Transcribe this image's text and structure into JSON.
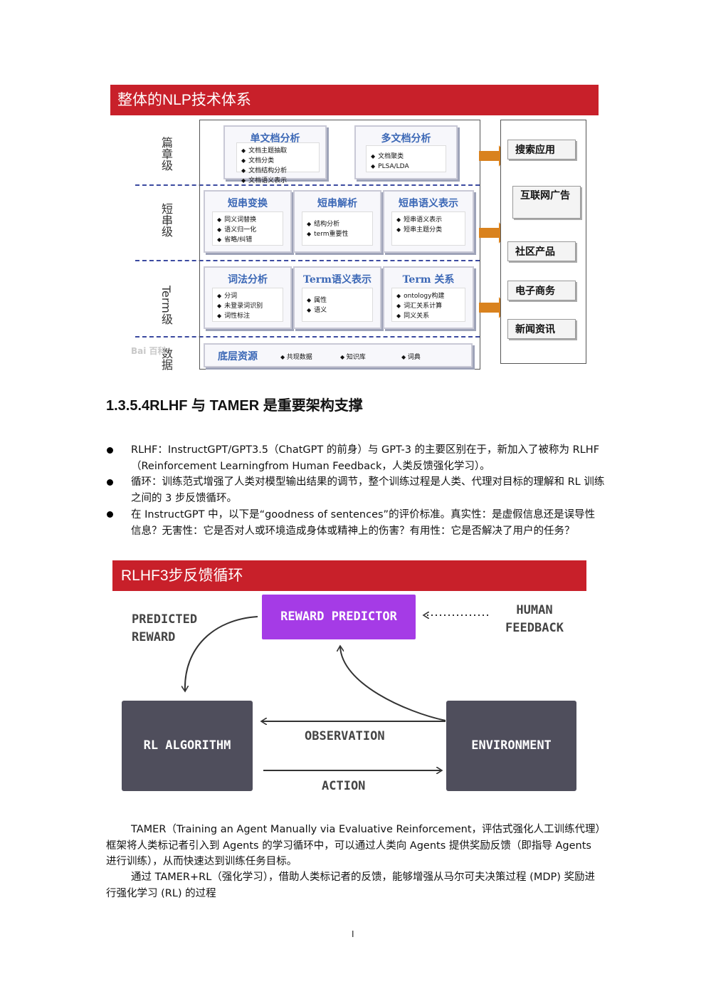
{
  "figure1": {
    "title": "整体的NLP技术体系",
    "levels": [
      "篇章级",
      "短串级",
      "Term级",
      "数据"
    ],
    "rows": [
      {
        "boxes": [
          {
            "title": "单文档分析",
            "items": [
              "文档主题抽取",
              "文档分类",
              "文档结构分析",
              "文档语义表示"
            ]
          },
          {
            "title": "多文档分析",
            "items": [
              "文档聚类",
              "PLSA/LDA"
            ]
          }
        ]
      },
      {
        "boxes": [
          {
            "title": "短串变换",
            "items": [
              "同义词替换",
              "语义归一化",
              "省略/纠错"
            ]
          },
          {
            "title": "短串解析",
            "items": [
              "结构分析",
              "term重要性"
            ]
          },
          {
            "title": "短串语义表示",
            "items": [
              "短串语义表示",
              "短串主题分类"
            ]
          }
        ]
      },
      {
        "boxes": [
          {
            "title": "词法分析",
            "items": [
              "分词",
              "未登录词识别",
              "词性标注"
            ]
          },
          {
            "title": "Term语义表示",
            "items": [
              "属性",
              "语义"
            ]
          },
          {
            "title": "Term 关系",
            "items": [
              "ontology构建",
              "词汇关系计算",
              "同义关系"
            ]
          }
        ]
      }
    ],
    "bottom": {
      "title": "底层资源",
      "items": [
        "共现数据",
        "知识库",
        "词典"
      ]
    },
    "apps": [
      "搜索应用",
      "互联网广告",
      "社区产品",
      "电子商务",
      "新闻资讯"
    ],
    "watermark": "Bai 百科"
  },
  "section": {
    "heading": "1.3.5.4RLHF 与 TAMER 是重要架构支撑",
    "bullets": [
      "RLHF：InstructGPT/GPT3.5（ChatGPT 的前身）与 GPT-3 的主要区别在于，新加入了被称为 RLHF（Reinforcement Learningfrom Human Feedback，人类反馈强化学习）。",
      "循环：训练范式增强了人类对模型输出结果的调节，整个训练过程是人类、代理对目标的理解和 RL 训练之间的 3 步反馈循环。",
      "在 InstructGPT 中，以下是“goodness of sentences”的评价标准。真实性：是虚假信息还是误导性信息？无害性：它是否对人或环境造成身体或精神上的伤害？有用性：它是否解决了用户的任务？"
    ]
  },
  "figure2": {
    "title": "RLHF3步反馈循环",
    "reward_predictor": "REWARD PREDICTOR",
    "predicted_reward": "PREDICTED REWARD",
    "human_feedback": "HUMAN FEEDBACK",
    "rl_algorithm": "RL ALGORITHM",
    "environment": "ENVIRONMENT",
    "observation": "OBSERVATION",
    "action": "ACTION",
    "colors": {
      "banner": "#c8202a",
      "reward_box": "#a53be6",
      "dark_box": "#4f4e5c"
    }
  },
  "paragraphs": [
    "TAMER（Training an Agent Manually via Evaluative Reinforcement，评估式强化人工训练代理）框架将人类标记者引入到 Agents 的学习循环中，可以通过人类向 Agents 提供奖励反馈（即指导 Agents 进行训练），从而快速达到训练任务目标。",
    "通过 TAMER+RL（强化学习），借助人类标记者的反馈，能够增强从马尔可夫决策过程 (MDP) 奖励进行强化学习 (RL) 的过程"
  ],
  "page_number": "I"
}
